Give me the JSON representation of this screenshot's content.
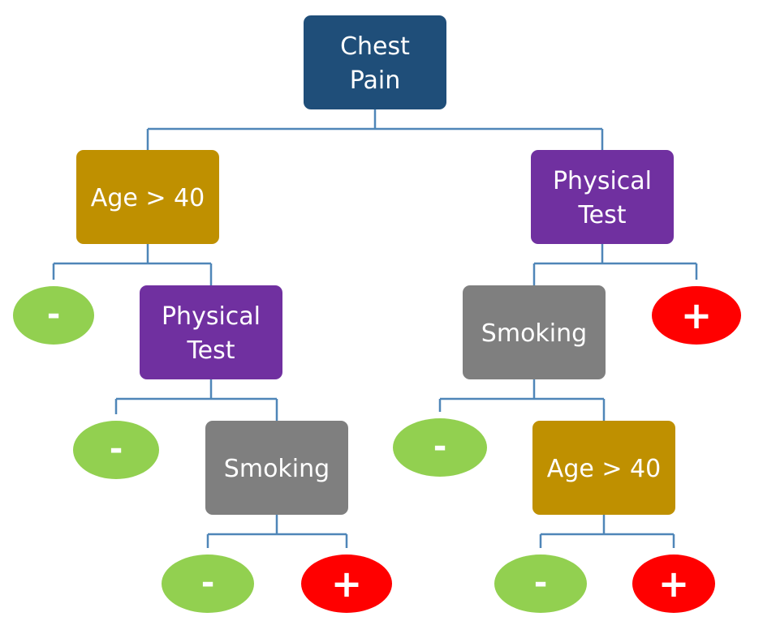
{
  "colors": {
    "root": "#1f4e79",
    "age": "#bf9000",
    "physical": "#7030a0",
    "smoking": "#7f7f7f",
    "negative": "#92d050",
    "positive": "#ff0000",
    "connector": "#4f86b8",
    "text": "#ffffff"
  },
  "nodes": [
    {
      "id": "root",
      "kind": "box",
      "color": "root",
      "lines": [
        "Chest",
        "Pain"
      ]
    },
    {
      "id": "age-left",
      "kind": "box",
      "color": "age",
      "lines": [
        "Age > 40"
      ]
    },
    {
      "id": "physical-right",
      "kind": "box",
      "color": "physical",
      "lines": [
        "Physical",
        "Test"
      ]
    },
    {
      "id": "neg-1",
      "kind": "leaf",
      "color": "negative",
      "label": "-"
    },
    {
      "id": "physical-left",
      "kind": "box",
      "color": "physical",
      "lines": [
        "Physical",
        "Test"
      ]
    },
    {
      "id": "smoking-right",
      "kind": "box",
      "color": "smoking",
      "lines": [
        "Smoking"
      ]
    },
    {
      "id": "pos-1",
      "kind": "leaf",
      "color": "positive",
      "label": "+"
    },
    {
      "id": "neg-2",
      "kind": "leaf",
      "color": "negative",
      "label": "-"
    },
    {
      "id": "smoking-left",
      "kind": "box",
      "color": "smoking",
      "lines": [
        "Smoking"
      ]
    },
    {
      "id": "neg-3",
      "kind": "leaf",
      "color": "negative",
      "label": "-"
    },
    {
      "id": "age-right",
      "kind": "box",
      "color": "age",
      "lines": [
        "Age > 40"
      ]
    },
    {
      "id": "neg-4",
      "kind": "leaf",
      "color": "negative",
      "label": "-"
    },
    {
      "id": "pos-2",
      "kind": "leaf",
      "color": "positive",
      "label": "+"
    },
    {
      "id": "neg-5",
      "kind": "leaf",
      "color": "negative",
      "label": "-"
    },
    {
      "id": "pos-3",
      "kind": "leaf",
      "color": "positive",
      "label": "+"
    }
  ],
  "edges": [
    {
      "from": "root",
      "to": [
        "age-left",
        "physical-right"
      ]
    },
    {
      "from": "age-left",
      "to": [
        "neg-1",
        "physical-left"
      ]
    },
    {
      "from": "physical-right",
      "to": [
        "smoking-right",
        "pos-1"
      ]
    },
    {
      "from": "physical-left",
      "to": [
        "neg-2",
        "smoking-left"
      ]
    },
    {
      "from": "smoking-right",
      "to": [
        "neg-3",
        "age-right"
      ]
    },
    {
      "from": "smoking-left",
      "to": [
        "neg-4",
        "pos-2"
      ]
    },
    {
      "from": "age-right",
      "to": [
        "neg-5",
        "pos-3"
      ]
    }
  ]
}
